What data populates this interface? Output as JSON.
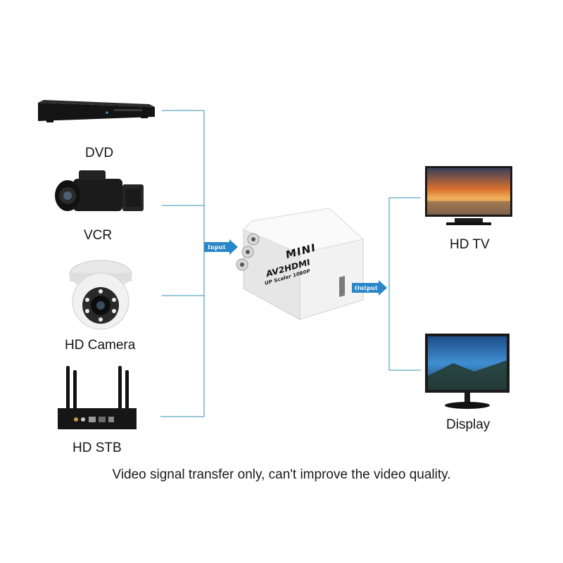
{
  "inputs": {
    "dvd": "DVD",
    "vcr": "VCR",
    "hd_camera": "HD Camera",
    "hd_stb": "HD STB"
  },
  "outputs": {
    "hd_tv": "HD TV",
    "display": "Display"
  },
  "converter": {
    "brand": "MINI",
    "model": "AV2HDMI",
    "subtitle": "UP Scaler 1080P"
  },
  "arrows": {
    "input": "Input",
    "output": "Output"
  },
  "footer_note": "Video signal transfer only, can't improve the video quality.",
  "colors": {
    "line": "#5aa7c4",
    "arrow": "#2a86c9"
  }
}
